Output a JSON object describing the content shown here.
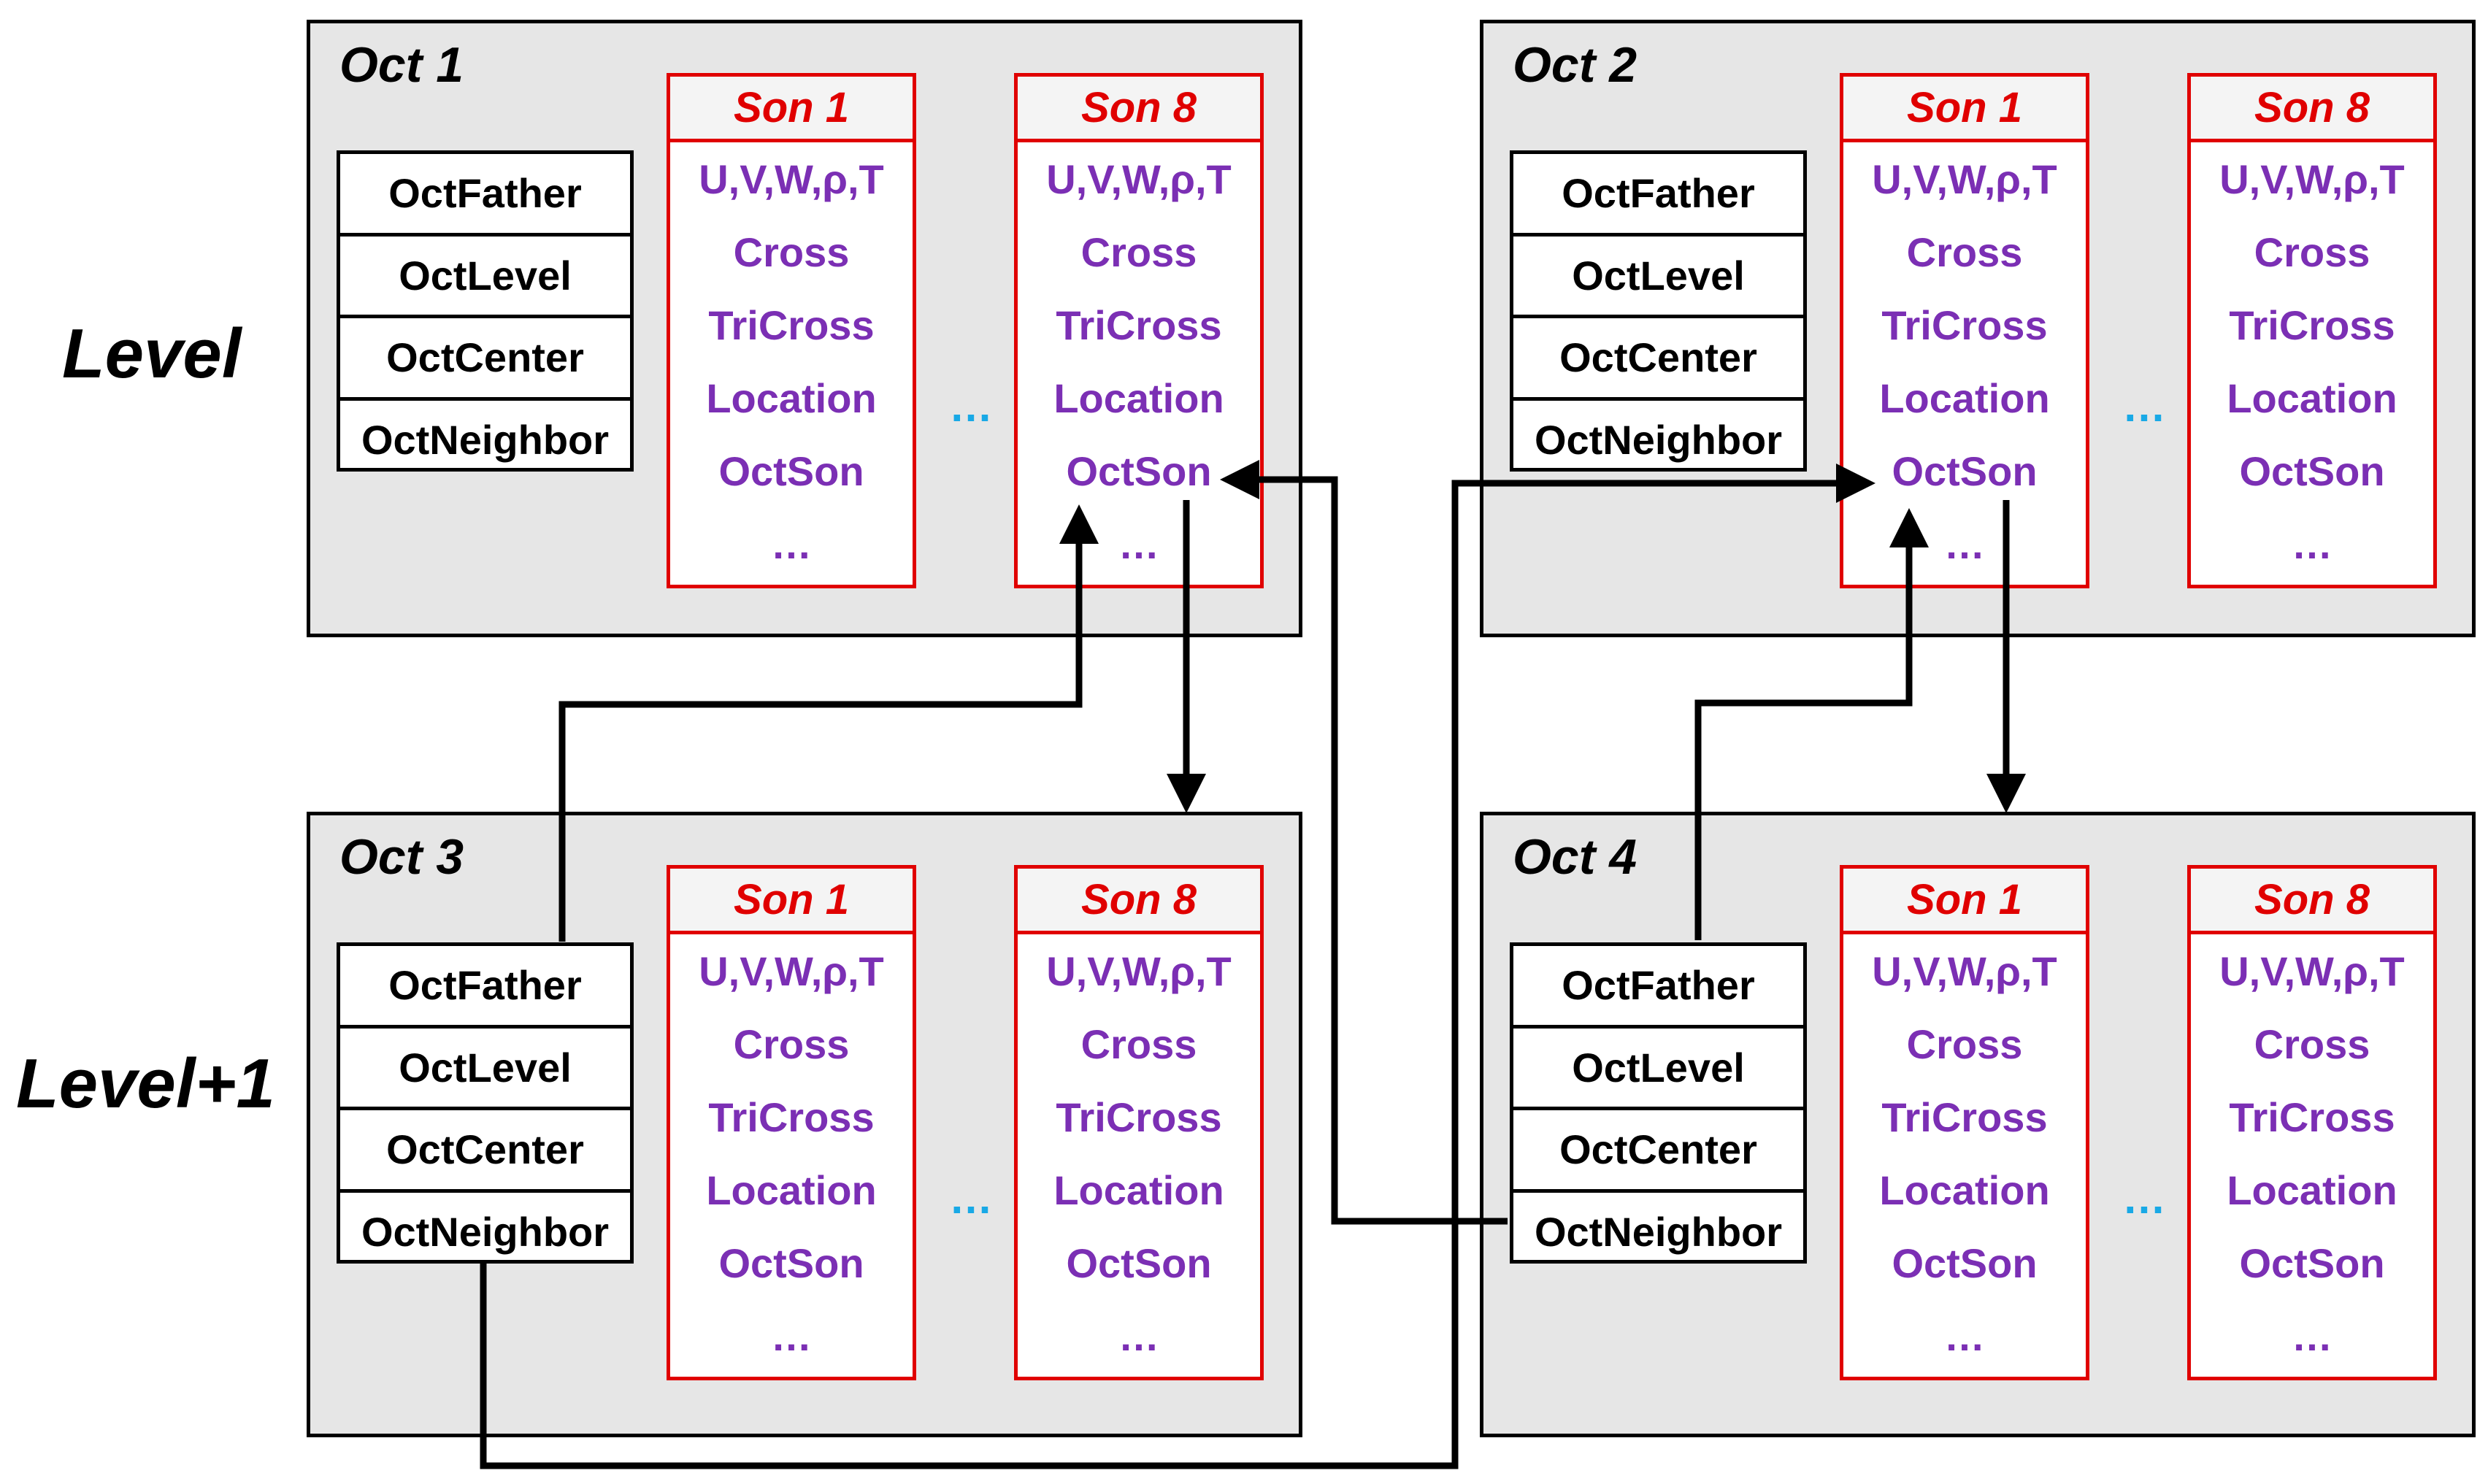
{
  "levels": {
    "top": "Level",
    "bottom": "Level+1"
  },
  "info_fields": [
    "OctFather",
    "OctLevel",
    "OctCenter",
    "OctNeighbor"
  ],
  "son_fields": [
    "U,V,W,ρ,T",
    "Cross",
    "TriCross",
    "Location",
    "OctSon",
    "…"
  ],
  "gap_glyph": "…",
  "octs": [
    {
      "title": "Oct 1",
      "sons": [
        "Son 1",
        "Son 8"
      ]
    },
    {
      "title": "Oct 2",
      "sons": [
        "Son 1",
        "Son 8"
      ]
    },
    {
      "title": "Oct 3",
      "sons": [
        "Son 1",
        "Son 8"
      ]
    },
    {
      "title": "Oct 4",
      "sons": [
        "Son 1",
        "Son 8"
      ]
    }
  ],
  "colors": {
    "oct_bg": "#e6e6e6",
    "son_border": "#e00000",
    "son_text": "#7b2fb4",
    "gap_dots": "#19a9e6",
    "arrow": "#000000"
  }
}
